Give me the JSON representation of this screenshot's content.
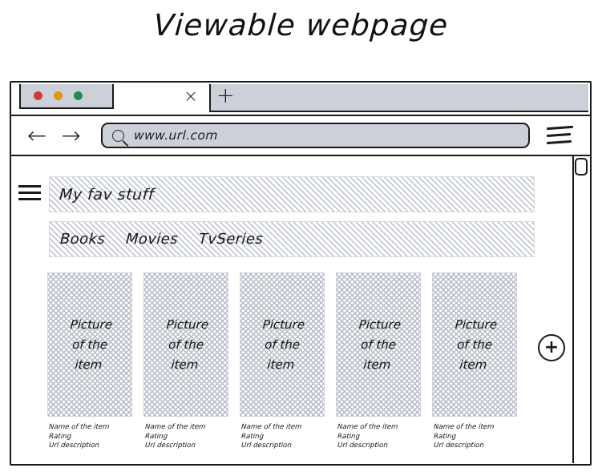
{
  "page_title": "Viewable webpage",
  "browser": {
    "window_controls": {
      "close_dot": "red",
      "minimize_dot": "orange",
      "maximize_dot": "green",
      "colors": {
        "red": "#d23b33",
        "orange": "#e8920f",
        "green": "#1e8b55"
      }
    },
    "tabs": {
      "close_label": "×",
      "new_tab_label": "+"
    },
    "toolbar": {
      "back_label": "←",
      "forward_label": "→",
      "search_icon": "search-icon",
      "url_value": "www.url.com",
      "url_placeholder": "www.url.com",
      "menu_icon": "hamburger-menu-icon"
    }
  },
  "webpage": {
    "menu_icon": "hamburger-menu-icon",
    "site_title": "My fav stuff",
    "nav_items": [
      {
        "label": "Books"
      },
      {
        "label": "Movies"
      },
      {
        "label": "TvSeries"
      }
    ],
    "cards": [
      {
        "thumb_label": "Picture\nof the\nitem",
        "name": "Name of the item",
        "rating": "Rating",
        "url_description": "Url description"
      },
      {
        "thumb_label": "Picture\nof the\nitem",
        "name": "Name of the item",
        "rating": "Rating",
        "url_description": "Url description"
      },
      {
        "thumb_label": "Picture\nof the\nitem",
        "name": "Name of the item",
        "rating": "Rating",
        "url_description": "Url description"
      },
      {
        "thumb_label": "Picture\nof the\nitem",
        "name": "Name of the item",
        "rating": "Rating",
        "url_description": "Url description"
      },
      {
        "thumb_label": "Picture\nof the\nitem",
        "name": "Name of the item",
        "rating": "Rating",
        "url_description": "Url description"
      }
    ],
    "add_button_label": "+",
    "scrollbar": {
      "icon": "scrollbar-thumb"
    }
  }
}
